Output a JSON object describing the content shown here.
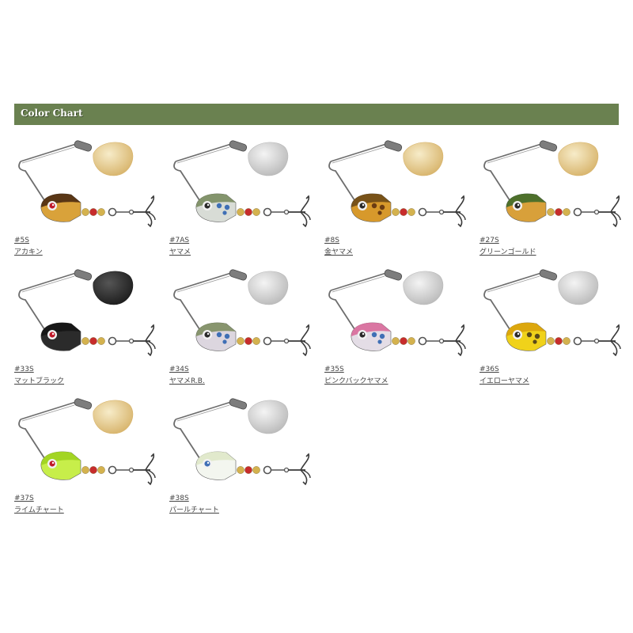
{
  "header": {
    "title": "Color Chart",
    "bg_color": "#6a8150"
  },
  "colors": [
    {
      "code": "#5S",
      "name": "アカキン",
      "blade": "gold",
      "body": "#d9a23a",
      "body_top": "#4a2a12",
      "eye": "#c0192a",
      "dots": ""
    },
    {
      "code": "#7AS",
      "name": "ヤマメ",
      "blade": "silver",
      "body": "#d8dcd6",
      "body_top": "#7a8c60",
      "eye": "#2a2a2a",
      "dots": "#3f6fb5"
    },
    {
      "code": "#8S",
      "name": "金ヤマメ",
      "blade": "gold",
      "body": "#d7992b",
      "body_top": "#6e4a16",
      "eye": "#2a2a2a",
      "dots": "#6b3c12"
    },
    {
      "code": "#27S",
      "name": "グリーンゴールド",
      "blade": "gold",
      "body": "#d8a03a",
      "body_top": "#3f6a2a",
      "eye": "#2a2a2a",
      "dots": ""
    },
    {
      "code": "#33S",
      "name": "マットブラック",
      "blade": "black",
      "body": "#2b2b2b",
      "body_top": "#151515",
      "eye": "#c0192a",
      "dots": ""
    },
    {
      "code": "#34S",
      "name": "ヤマメR.B.",
      "blade": "silver",
      "body": "#dcd6df",
      "body_top": "#7e8e62",
      "eye": "#2a2a2a",
      "dots": "#3f6fb5"
    },
    {
      "code": "#35S",
      "name": "ピンクバックヤマメ",
      "blade": "silver",
      "body": "#e4dde6",
      "body_top": "#d86a9a",
      "eye": "#2a2a2a",
      "dots": "#3f6fb5"
    },
    {
      "code": "#36S",
      "name": "イエローヤマメ",
      "blade": "silver",
      "body": "#f0d21a",
      "body_top": "#d9a20c",
      "eye": "#2a2a2a",
      "dots": "#5a4a1a"
    },
    {
      "code": "#37S",
      "name": "ライムチャート",
      "blade": "gold",
      "body": "#c7ee4a",
      "body_top": "#9fd21f",
      "eye": "#c0192a",
      "dots": ""
    },
    {
      "code": "#38S",
      "name": "パールチャート",
      "blade": "silver",
      "body": "#f3f6ef",
      "body_top": "#dfe8c8",
      "eye": "#3f6fb5",
      "dots": ""
    }
  ],
  "bead_colors": [
    "#d4b24e",
    "#c72c2c",
    "#d4b24e"
  ]
}
